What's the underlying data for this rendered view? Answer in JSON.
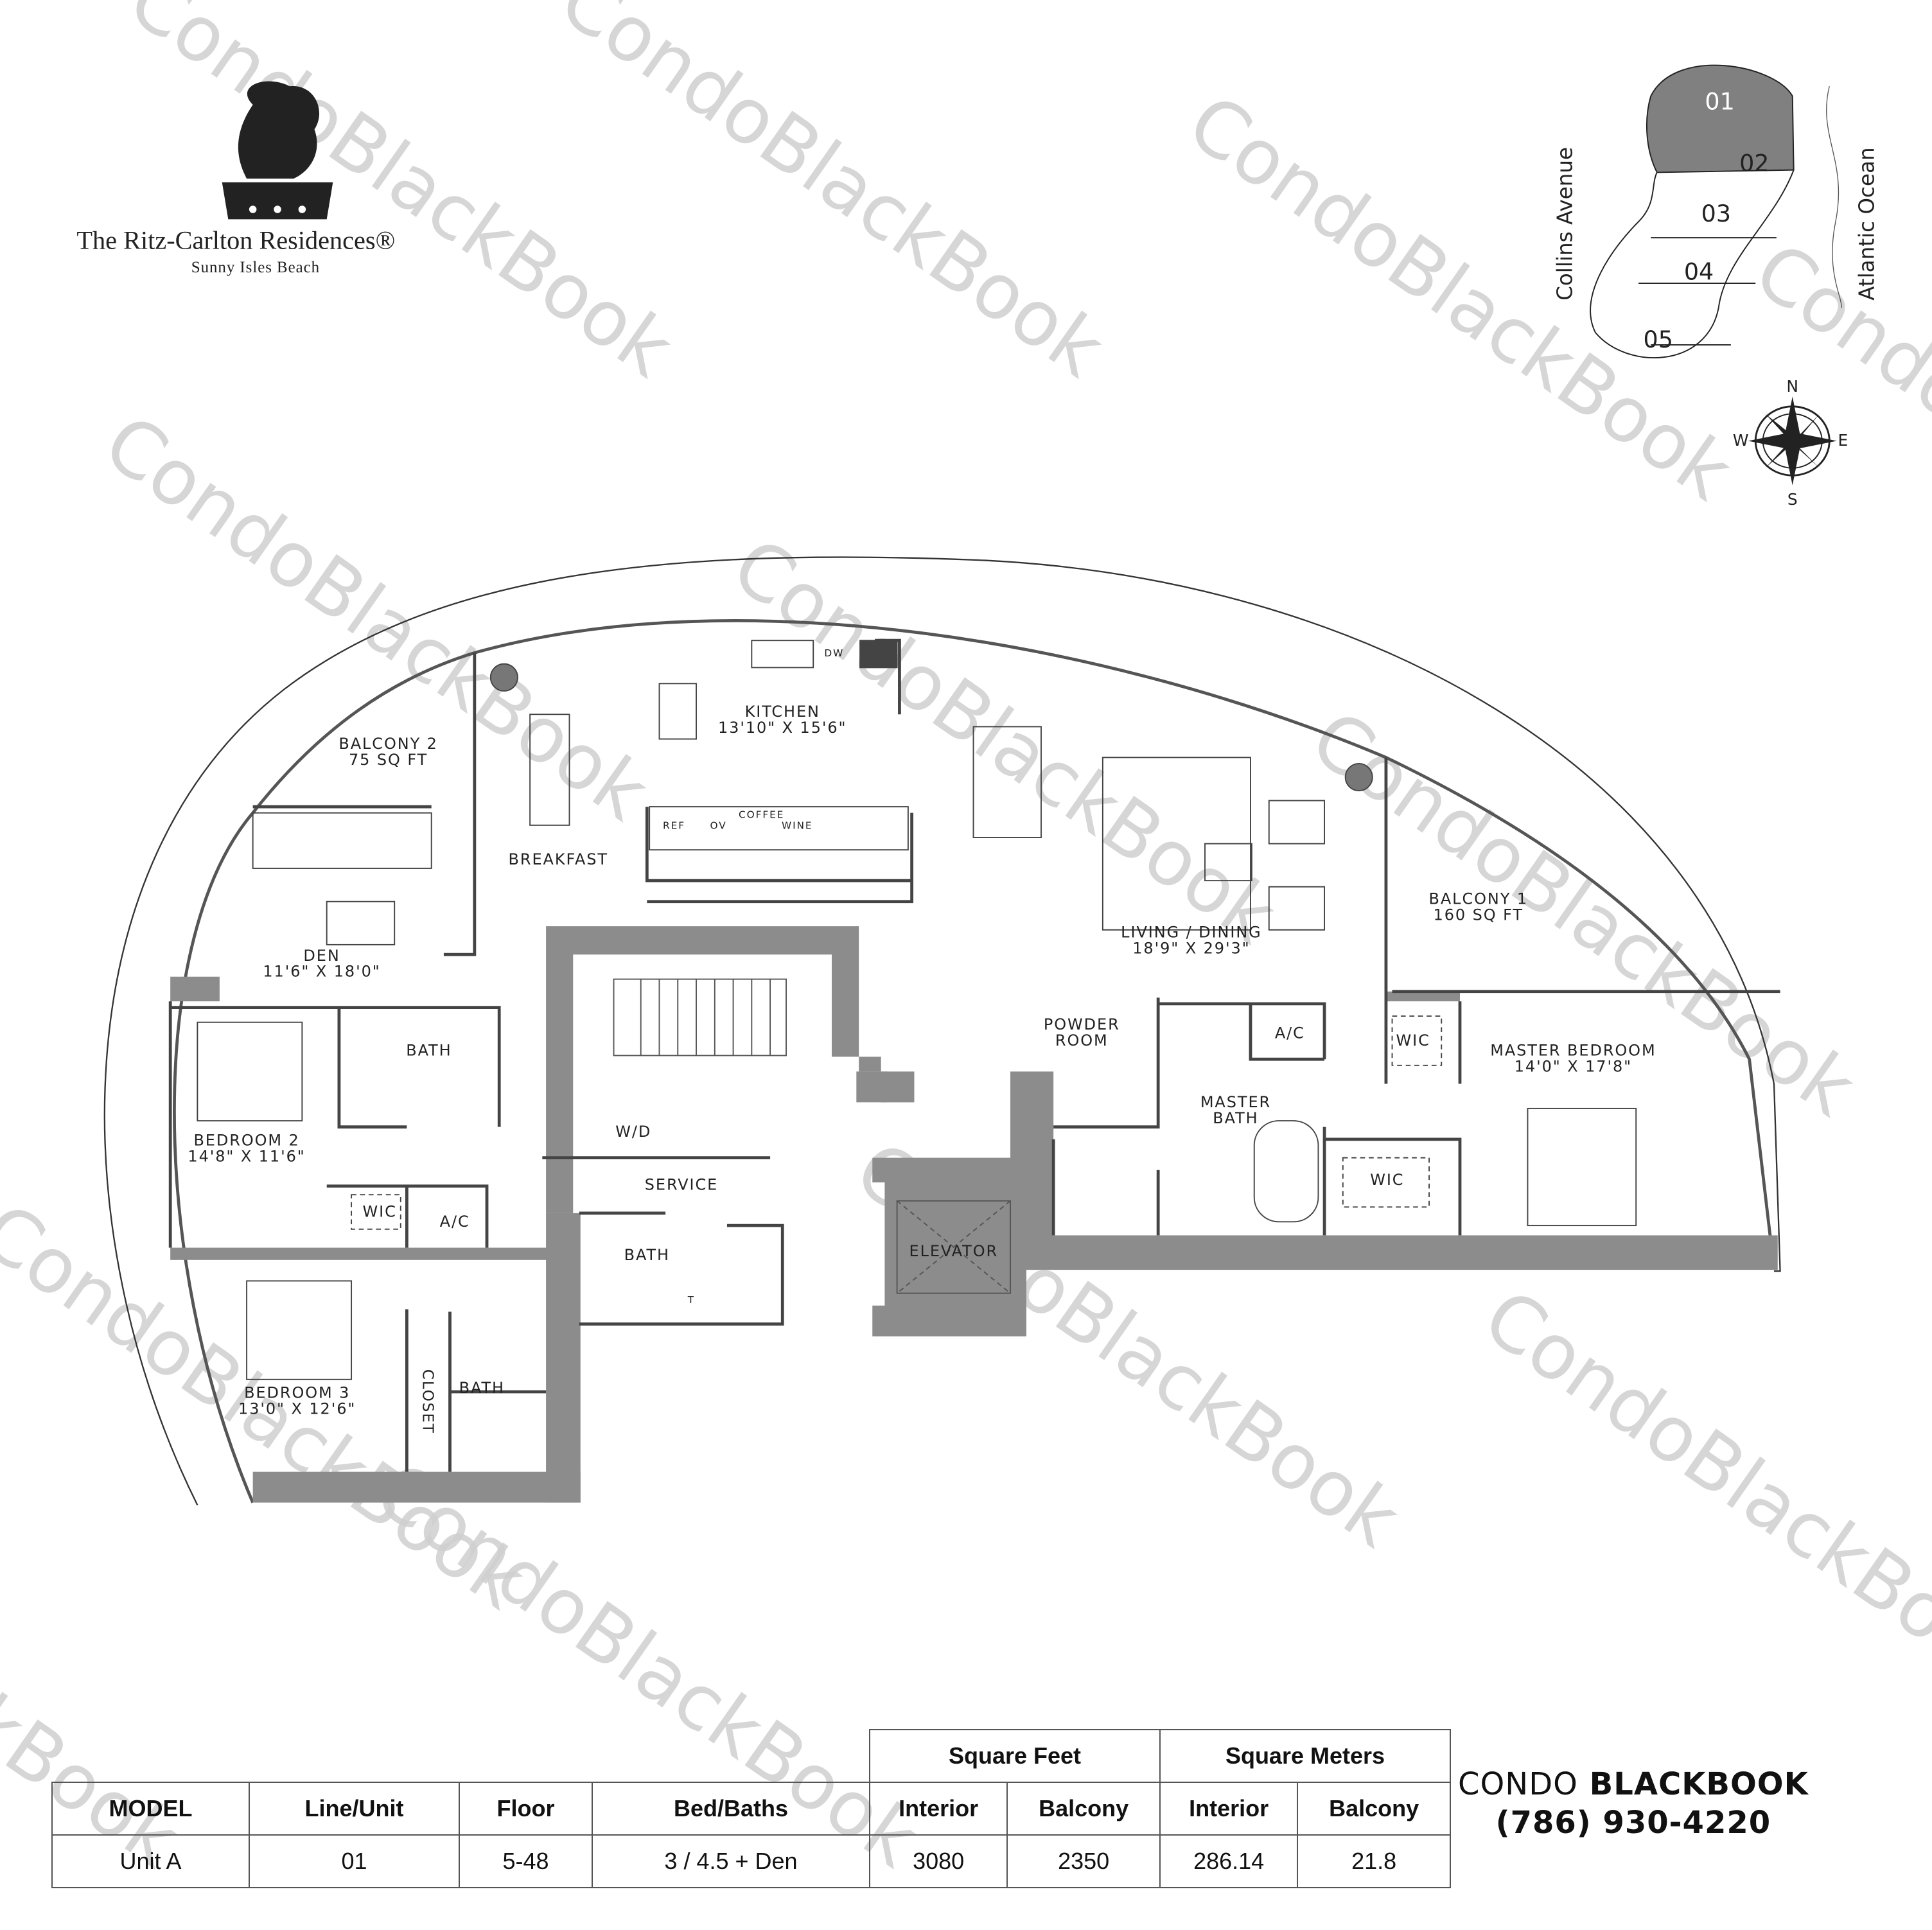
{
  "logo": {
    "line1": "The Ritz-Carlton Residences®",
    "line2": "Sunny Isles Beach"
  },
  "key_plan": {
    "units": [
      "01",
      "02",
      "03",
      "04",
      "05"
    ],
    "highlighted_unit": "01",
    "highlight_color": "#808080",
    "west_label": "Collins Avenue",
    "east_label": "Atlantic Ocean",
    "compass": {
      "n": "N",
      "s": "S",
      "e": "E",
      "w": "W"
    }
  },
  "rooms": [
    {
      "name": "BALCONY 2",
      "size": "75 SQ FT"
    },
    {
      "name": "KITCHEN",
      "size": "13'10\" X 15'6\""
    },
    {
      "name": "BREAKFAST",
      "size": ""
    },
    {
      "name": "DEN",
      "size": "11'6\" X 18'0\""
    },
    {
      "name": "LIVING / DINING",
      "size": "18'9\" X 29'3\""
    },
    {
      "name": "BALCONY 1",
      "size": "160 SQ FT"
    },
    {
      "name": "MASTER BEDROOM",
      "size": "14'0\" X 17'8\""
    },
    {
      "name": "BEDROOM 2",
      "size": "14'8\" X 11'6\""
    },
    {
      "name": "BEDROOM 3",
      "size": "13'0\" X 12'6\""
    },
    {
      "name": "BATH",
      "size": ""
    },
    {
      "name": "BATH",
      "size": ""
    },
    {
      "name": "BATH",
      "size": ""
    },
    {
      "name": "POWDER",
      "size": "ROOM"
    },
    {
      "name": "MASTER",
      "size": "BATH"
    },
    {
      "name": "WIC",
      "size": ""
    },
    {
      "name": "WIC",
      "size": ""
    },
    {
      "name": "WIC",
      "size": ""
    },
    {
      "name": "A/C",
      "size": ""
    },
    {
      "name": "A/C",
      "size": ""
    },
    {
      "name": "SERVICE",
      "size": ""
    },
    {
      "name": "ELEVATOR",
      "size": ""
    },
    {
      "name": "W/D",
      "size": ""
    }
  ],
  "appliances": {
    "ref": "REF",
    "ov": "OV",
    "coffee": "COFFEE",
    "wine": "WINE",
    "dw": "DW",
    "closet": "CLOSET",
    "t": "T"
  },
  "table": {
    "group_headers": [
      "Square Feet",
      "Square Meters"
    ],
    "headers": [
      "MODEL",
      "Line/Unit",
      "Floor",
      "Bed/Baths",
      "Interior",
      "Balcony",
      "Interior",
      "Balcony"
    ],
    "rows": [
      [
        "Unit A",
        "01",
        "5-48",
        "3 / 4.5 + Den",
        "3080",
        "2350",
        "286.14",
        "21.8"
      ]
    ]
  },
  "brand": {
    "name_light": "CONDO",
    "name_bold": "BLACKBOOK",
    "phone": "(786) 930-4220"
  },
  "watermark": {
    "text": "CondoBlackBook"
  }
}
